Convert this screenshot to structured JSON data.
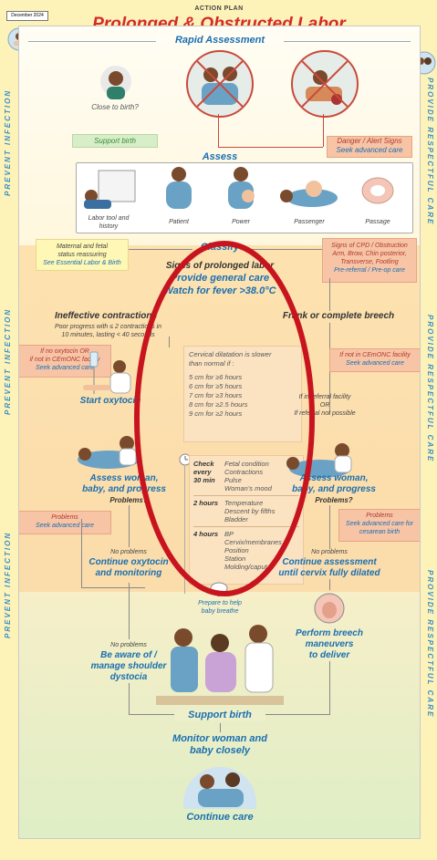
{
  "date_box": "December 2024",
  "header": {
    "kicker": "ACTION PLAN",
    "title": "Prolonged & Obstructed Labor"
  },
  "sections": {
    "rapid_assessment": "Rapid Assessment",
    "assess": "Assess",
    "classify": "Classify"
  },
  "side_labels": {
    "left": "PREVENT INFECTION",
    "right": "PROVIDE RESPECTFUL CARE"
  },
  "rapid": {
    "close_to_birth": "Close to birth?",
    "support_birth": "Support birth",
    "danger_line1": "Danger / Alert Signs",
    "danger_line2": "Seek advanced care"
  },
  "assess_items": [
    "Labor tool and history",
    "Patient",
    "Power",
    "Passenger",
    "Passage"
  ],
  "classify_left": {
    "line1": "Maternal and fetal",
    "line2": "status reassuring",
    "line3": "See Essential Labor & Birth"
  },
  "classify_right": {
    "line1": "Signs of CPD / Obstruction",
    "line2": "Arm, Brow, Chin posterior,",
    "line3": "Transverse, Footling",
    "line4": "Pre-referral / Pre-op care"
  },
  "center": {
    "line1": "Signs of prolonged labor",
    "line2": "Provide general care",
    "line3": "Watch for fever >38.0°C"
  },
  "left_branch": {
    "title": "Ineffective contractions",
    "desc1": "Poor progress with ≤ 2 contractions in",
    "desc2": "10 minutes, lasting < 40 seconds",
    "oxy1": "If no oxytocin OR",
    "oxy2": "if not in CEmONC facility",
    "oxy3": "Seek advanced care",
    "start": "Start oxytocin",
    "assess1": "Assess woman,",
    "assess2": "baby, and progress",
    "problems_q": "Problems?",
    "problems1": "Problems",
    "problems2": "Seek advanced care",
    "no_problems": "No problems",
    "continue1": "Continue oxytocin",
    "continue2": "and monitoring",
    "no_problems2": "No problems",
    "aware1": "Be aware of /",
    "aware2": "manage shoulder",
    "aware3": "dystocia"
  },
  "right_branch": {
    "title": "Frank or complete breech",
    "notin1": "If not in CEmONC facility",
    "notin2": "Seek advanced care",
    "referral1": "If in referral facility",
    "referral2": "OR",
    "referral3": "If referral not possible",
    "assess1": "Assess woman,",
    "assess2": "baby, and progress",
    "problems_q": "Problems?",
    "problems1": "Problems",
    "problems2": "Seek advanced care for",
    "problems3": "cesarean birth",
    "no_problems": "No problems",
    "continue1": "Continue assessment",
    "continue2": "until cervix fully dilated",
    "perform1": "Perform breech",
    "perform2": "maneuvers",
    "perform3": "to deliver"
  },
  "dilatation": {
    "intro1": "Cervical dilatation is slower",
    "intro2": "than normal if :",
    "rows": [
      "5 cm for ≥6 hours",
      "6 cm for ≥5 hours",
      "7 cm for ≥3 hours",
      "8 cm for ≥2.5 hours",
      "9 cm for ≥2 hours"
    ]
  },
  "checks": {
    "c1_label1": "Check",
    "c1_label2": "every",
    "c1_label3": "30 min",
    "c1_items": [
      "Fetal condition",
      "Contractions",
      "Pulse",
      "Woman's mood"
    ],
    "c2_label": "2 hours",
    "c2_items": [
      "Temperature",
      "Descent by fifths",
      "Bladder"
    ],
    "c3_label": "4 hours",
    "c3_items": [
      "BP",
      "Cervix/membranes",
      "Position",
      "Station",
      "Molding/caput"
    ]
  },
  "prepare1": "Prepare to help",
  "prepare2": "baby breathe",
  "support_birth": "Support birth",
  "monitor1": "Monitor woman and",
  "monitor2": "baby closely",
  "continue_care": "Continue care",
  "colors": {
    "title_red": "#d42a2a",
    "blue": "#1a6fb0",
    "ellipse": "#c8141e",
    "background": "#fdf2b8"
  }
}
